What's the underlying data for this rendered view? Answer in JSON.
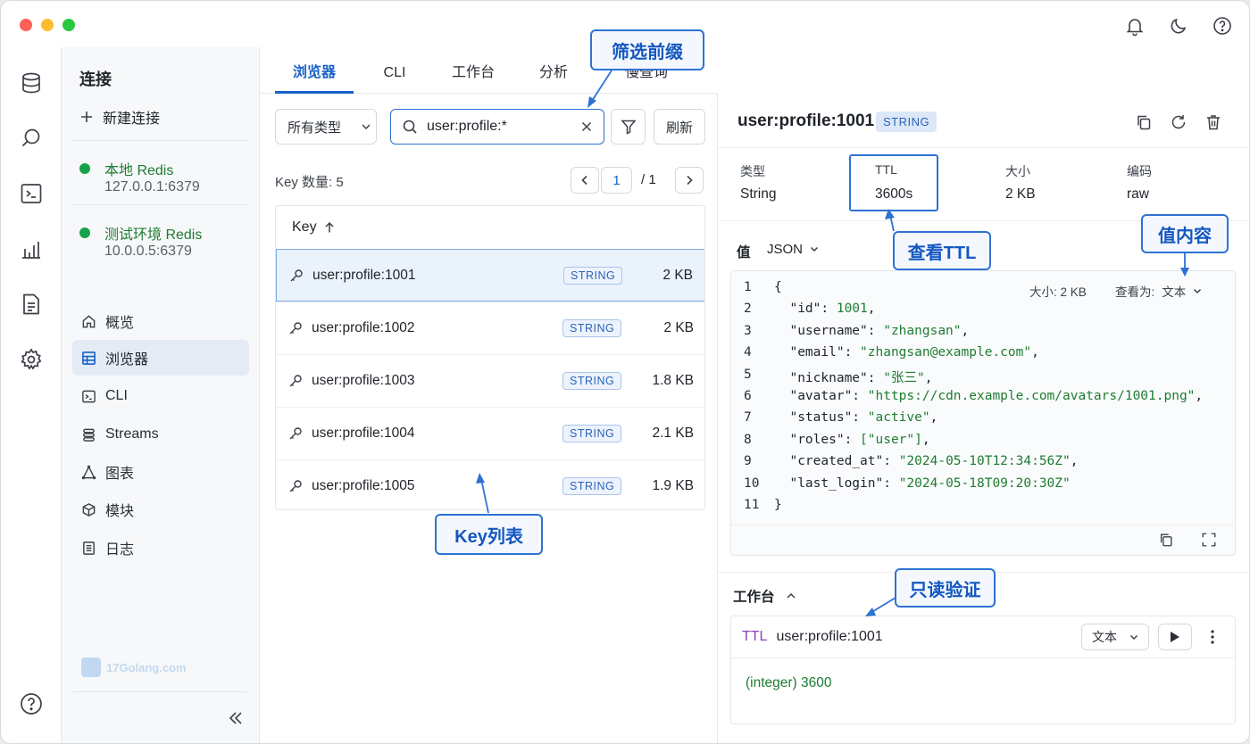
{
  "sidebar": {
    "title": "连接",
    "new_connection": "新建连接",
    "connections": [
      {
        "name": "本地 Redis",
        "address": "127.0.0.1:6379",
        "status_color": "#15a24a"
      },
      {
        "name": "测试环境 Redis",
        "address": "10.0.0.5:6379",
        "status_color": "#15a24a"
      }
    ],
    "nav": [
      {
        "label": "概览",
        "icon": "home-icon"
      },
      {
        "label": "浏览器",
        "icon": "grid-icon",
        "active": true
      },
      {
        "label": "CLI",
        "icon": "terminal-icon"
      },
      {
        "label": "Streams",
        "icon": "streams-icon"
      },
      {
        "label": "图表",
        "icon": "chart-icon"
      },
      {
        "label": "模块",
        "icon": "cube-icon"
      },
      {
        "label": "日志",
        "icon": "log-icon"
      }
    ],
    "watermark": "17Golang.com"
  },
  "tabs": [
    {
      "label": "浏览器",
      "active": true
    },
    {
      "label": "CLI"
    },
    {
      "label": "工作台"
    },
    {
      "label": "分析"
    },
    {
      "label": "慢查询"
    }
  ],
  "filter": {
    "type_select": "所有类型",
    "search_value": "user:profile:*",
    "refresh": "刷新"
  },
  "list": {
    "count_label": "Key 数量: 5",
    "page_current": "1",
    "page_total": "/ 1",
    "header": "Key",
    "rows": [
      {
        "key": "user:profile:1001",
        "type": "STRING",
        "size": "2 KB",
        "selected": true
      },
      {
        "key": "user:profile:1002",
        "type": "STRING",
        "size": "2 KB"
      },
      {
        "key": "user:profile:1003",
        "type": "STRING",
        "size": "1.8 KB"
      },
      {
        "key": "user:profile:1004",
        "type": "STRING",
        "size": "2.1 KB"
      },
      {
        "key": "user:profile:1005",
        "type": "STRING",
        "size": "1.9 KB"
      }
    ]
  },
  "detail": {
    "key": "user:profile:1001",
    "type_badge": "STRING",
    "meta": [
      {
        "label": "类型",
        "value": "String"
      },
      {
        "label": "TTL",
        "value": "3600s"
      },
      {
        "label": "大小",
        "value": "2 KB"
      },
      {
        "label": "编码",
        "value": "raw"
      }
    ],
    "value_label": "值",
    "format": "JSON",
    "size_info": "大小: 2 KB",
    "view_as_label": "查看为:",
    "view_as_value": "文本",
    "code_lines": [
      "{",
      "  \"id\": 1001,",
      "  \"username\": \"zhangsan\",",
      "  \"email\": \"zhangsan@example.com\",",
      "  \"nickname\": \"张三\",",
      "  \"avatar\": \"https://cdn.example.com/avatars/1001.png\",",
      "  \"status\": \"active\",",
      "  \"roles\": [\"user\"],",
      "  \"created_at\": \"2024-05-10T12:34:56Z\",",
      "  \"last_login\": \"2024-05-18T09:20:30Z\"",
      "}"
    ]
  },
  "workbench": {
    "title": "工作台",
    "command_keyword": "TTL",
    "command_arg": "user:profile:1001",
    "format": "文本",
    "result": "(integer) 3600"
  },
  "callouts": {
    "filter_prefix": "筛选前缀",
    "key_list": "Key列表",
    "view_ttl": "查看TTL",
    "value_content": "值内容",
    "readonly_verify": "只读验证"
  },
  "colors": {
    "accent": "#1662c7",
    "callout": "#2e72d2",
    "online": "#15a24a"
  }
}
